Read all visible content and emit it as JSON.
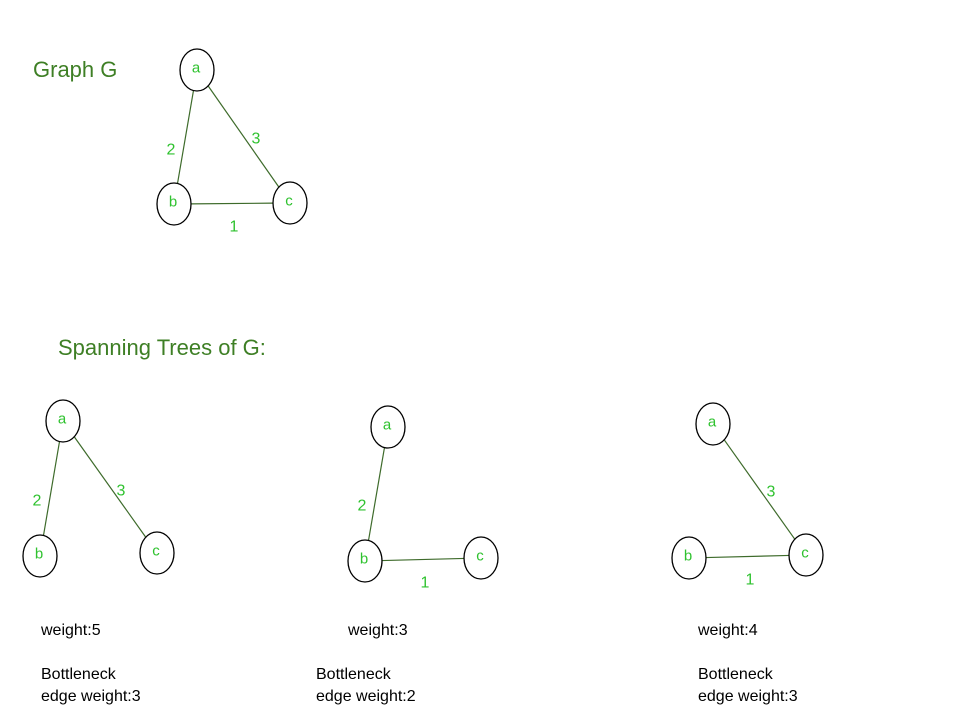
{
  "title": "Graph G",
  "subtitle": "Spanning Trees of G:",
  "colors": {
    "heading": "#3e7f25",
    "node_label": "#2fc22f",
    "edge_label": "#2fc22f",
    "edge": "#3e6b2b",
    "node_outline": "#000000"
  },
  "graph": {
    "nodes": [
      "a",
      "b",
      "c"
    ],
    "edges": [
      {
        "from": "a",
        "to": "b",
        "weight": "2"
      },
      {
        "from": "a",
        "to": "c",
        "weight": "3"
      },
      {
        "from": "b",
        "to": "c",
        "weight": "1"
      }
    ]
  },
  "spanning_trees": [
    {
      "edges": [
        {
          "from": "a",
          "to": "b",
          "weight": "2"
        },
        {
          "from": "a",
          "to": "c",
          "weight": "3"
        }
      ],
      "weight_text": "weight:5",
      "bottleneck_line1": "Bottleneck",
      "bottleneck_line2": "edge weight:3"
    },
    {
      "edges": [
        {
          "from": "a",
          "to": "b",
          "weight": "2"
        },
        {
          "from": "b",
          "to": "c",
          "weight": "1"
        }
      ],
      "weight_text": "weight:3",
      "bottleneck_line1": "Bottleneck",
      "bottleneck_line2": "edge weight:2"
    },
    {
      "edges": [
        {
          "from": "a",
          "to": "c",
          "weight": "3"
        },
        {
          "from": "b",
          "to": "c",
          "weight": "1"
        }
      ],
      "weight_text": "weight:4",
      "bottleneck_line1": "Bottleneck",
      "bottleneck_line2": "edge weight:3"
    }
  ]
}
